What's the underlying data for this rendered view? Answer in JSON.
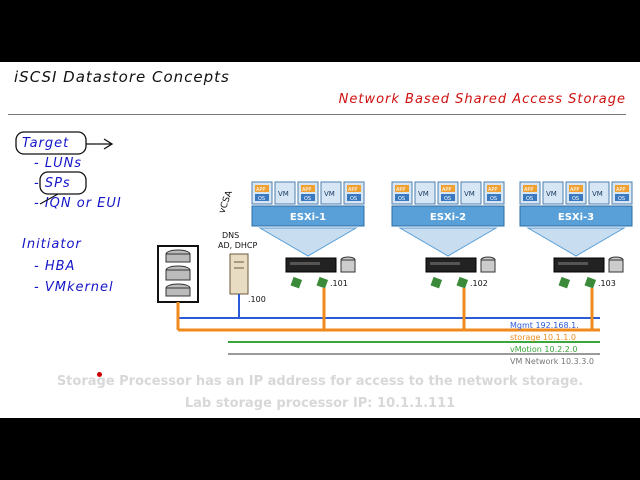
{
  "slide": {
    "title": "iSCSI Datastore Concepts",
    "subtitle": "Network Based Shared Access Storage"
  },
  "concepts": {
    "target": "Target",
    "target_items": [
      "LUNs",
      "SPs",
      "IQN or EUI"
    ],
    "initiator": "Initiator",
    "initiator_items": [
      "HBA",
      "VMkernel"
    ]
  },
  "labels": {
    "vcsa": "vCSA",
    "dns": [
      "DNS",
      "AD, DHCP"
    ],
    "storage_ip": ".100"
  },
  "hosts": [
    {
      "name": "ESXi-1",
      "ip": ".101"
    },
    {
      "name": "ESXi-2",
      "ip": ".102"
    },
    {
      "name": "ESXi-3",
      "ip": ".103"
    }
  ],
  "vm_labels": {
    "app": "APP",
    "os": "OS",
    "vm": "VM"
  },
  "networks": [
    {
      "label": "Mgmt 192.168.1.",
      "color": "#2a5bd7"
    },
    {
      "label": "storage 10.1.1.0",
      "color": "#f08a1c"
    },
    {
      "label": "vMotion 10.2.2.0",
      "color": "#3aa53a"
    },
    {
      "label": "VM Network 10.3.3.0",
      "color": "#9a9a9a"
    }
  ],
  "caption": {
    "line1": "Storage Processor has an IP address for access to the network storage.",
    "line2": "Lab storage processor IP:  10.1.1.111"
  }
}
